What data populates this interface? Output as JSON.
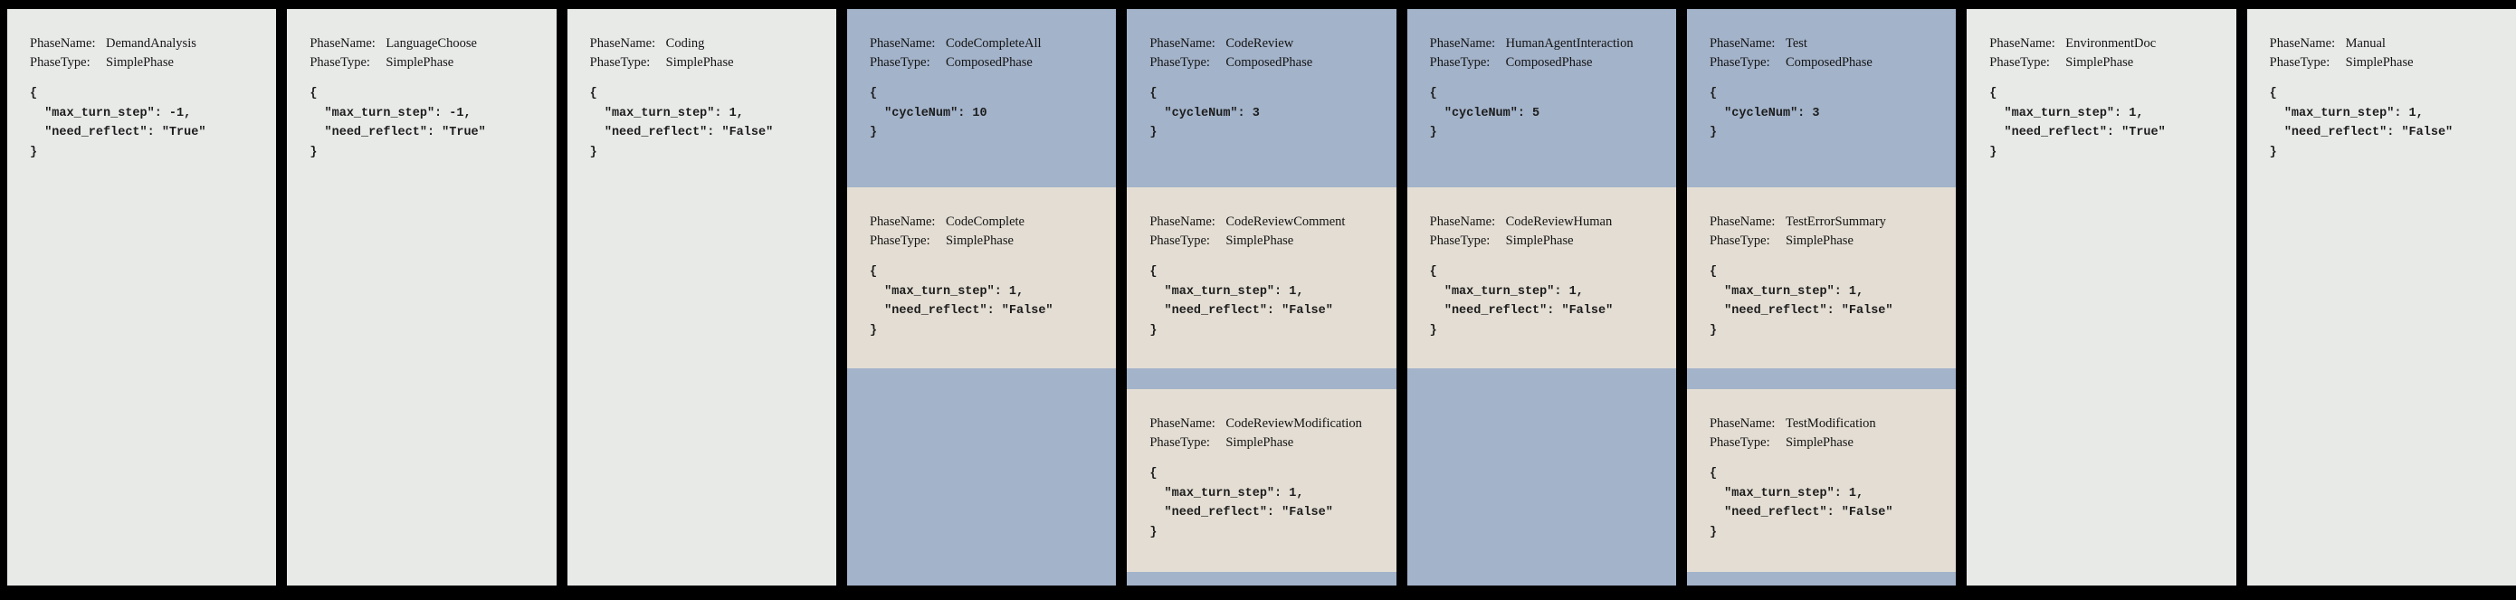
{
  "labels": {
    "phase_name": "PhaseName:",
    "phase_type": "PhaseType:"
  },
  "colors": {
    "background": "#000000",
    "simple_phase_bg": "#e8eae8",
    "composed_phase_bg": "#a3b3ca",
    "nested_simple_bg": "#e3ddd3",
    "text": "#141414"
  },
  "phases": [
    {
      "name": "DemandAnalysis",
      "type": "SimplePhase",
      "config": "{\n  \"max_turn_step\": -1,\n  \"need_reflect\": \"True\"\n}"
    },
    {
      "name": "LanguageChoose",
      "type": "SimplePhase",
      "config": "{\n  \"max_turn_step\": -1,\n  \"need_reflect\": \"True\"\n}"
    },
    {
      "name": "Coding",
      "type": "SimplePhase",
      "config": "{\n  \"max_turn_step\": 1,\n  \"need_reflect\": \"False\"\n}"
    },
    {
      "name": "CodeCompleteAll",
      "type": "ComposedPhase",
      "config": "{\n  \"cycleNum\": 10\n}",
      "sub_phases": [
        {
          "name": "CodeComplete",
          "type": "SimplePhase",
          "config": "{\n  \"max_turn_step\": 1,\n  \"need_reflect\": \"False\"\n}"
        }
      ]
    },
    {
      "name": "CodeReview",
      "type": "ComposedPhase",
      "config": "{\n  \"cycleNum\": 3\n}",
      "sub_phases": [
        {
          "name": "CodeReviewComment",
          "type": "SimplePhase",
          "config": "{\n  \"max_turn_step\": 1,\n  \"need_reflect\": \"False\"\n}"
        },
        {
          "name": "CodeReviewModification",
          "type": "SimplePhase",
          "config": "{\n  \"max_turn_step\": 1,\n  \"need_reflect\": \"False\"\n}"
        }
      ]
    },
    {
      "name": "HumanAgentInteraction",
      "type": "ComposedPhase",
      "config": "{\n  \"cycleNum\": 5\n}",
      "sub_phases": [
        {
          "name": "CodeReviewHuman",
          "type": "SimplePhase",
          "config": "{\n  \"max_turn_step\": 1,\n  \"need_reflect\": \"False\"\n}"
        }
      ]
    },
    {
      "name": "Test",
      "type": "ComposedPhase",
      "config": "{\n  \"cycleNum\": 3\n}",
      "sub_phases": [
        {
          "name": "TestErrorSummary",
          "type": "SimplePhase",
          "config": "{\n  \"max_turn_step\": 1,\n  \"need_reflect\": \"False\"\n}"
        },
        {
          "name": "TestModification",
          "type": "SimplePhase",
          "config": "{\n  \"max_turn_step\": 1,\n  \"need_reflect\": \"False\"\n}"
        }
      ]
    },
    {
      "name": "EnvironmentDoc",
      "type": "SimplePhase",
      "config": "{\n  \"max_turn_step\": 1,\n  \"need_reflect\": \"True\"\n}"
    },
    {
      "name": "Manual",
      "type": "SimplePhase",
      "config": "{\n  \"max_turn_step\": 1,\n  \"need_reflect\": \"False\"\n}"
    }
  ]
}
